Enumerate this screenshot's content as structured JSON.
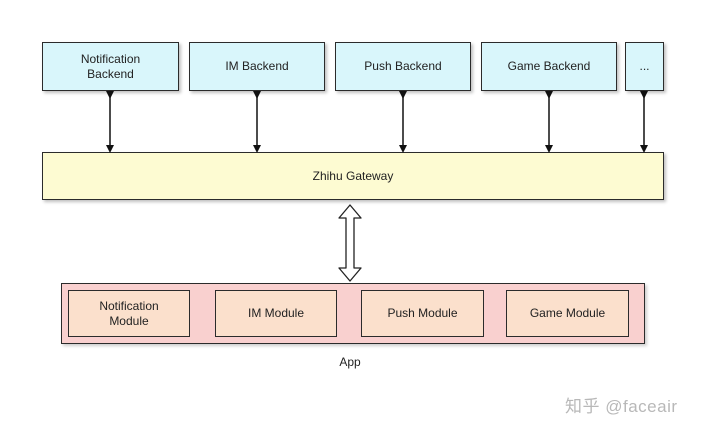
{
  "backends": [
    {
      "label": "Notification\nBackend"
    },
    {
      "label": "IM Backend"
    },
    {
      "label": "Push Backend"
    },
    {
      "label": "Game Backend"
    },
    {
      "label": "..."
    }
  ],
  "gateway": {
    "label": "Zhihu Gateway"
  },
  "modules": [
    {
      "label": "Notification\nModule"
    },
    {
      "label": "IM Module"
    },
    {
      "label": "Push Module"
    },
    {
      "label": "Game Module"
    }
  ],
  "app": {
    "label": "App"
  },
  "watermark": {
    "text": "知乎 @faceair"
  },
  "colors": {
    "backend_fill": "#d9f6fb",
    "gateway_fill": "#fdfbd2",
    "app_fill": "#f9d0cf",
    "module_fill": "#fbe0cc",
    "border": "#2b2b2b"
  }
}
